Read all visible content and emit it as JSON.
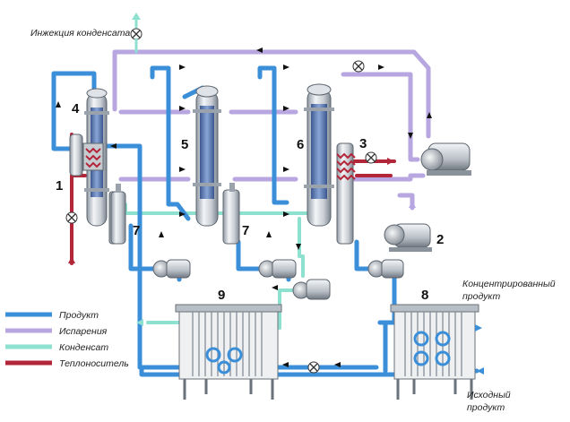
{
  "colors": {
    "product": "#3b8fd9",
    "evaporation": "#b7a6e0",
    "condensate": "#8ee0cf",
    "heating": "#b3263a",
    "equipment_light": "#e7eaee",
    "equipment_dark": "#7c8590"
  },
  "labels": {
    "condensate_injection": "Инжекция конденсата",
    "concentrated_product": [
      "Концентрированный",
      "продукт"
    ],
    "source_product": [
      "Исходный",
      "продукт"
    ]
  },
  "numbers": {
    "n1": "1",
    "n2": "2",
    "n3": "3",
    "n4": "4",
    "n5": "5",
    "n6": "6",
    "n7a": "7",
    "n7b": "7",
    "n8": "8",
    "n9": "9"
  },
  "legend": [
    {
      "key": "product",
      "label": "Продукт"
    },
    {
      "key": "evaporation",
      "label": "Испарения"
    },
    {
      "key": "condensate",
      "label": "Конденсат"
    },
    {
      "key": "heating",
      "label": "Теплоноситель"
    }
  ],
  "icons": [
    "valve-icon",
    "pump-icon",
    "vacuum-pump-icon",
    "plate-heat-exchanger-icon",
    "evaporator-icon",
    "separator-icon",
    "heater-coil-icon"
  ]
}
